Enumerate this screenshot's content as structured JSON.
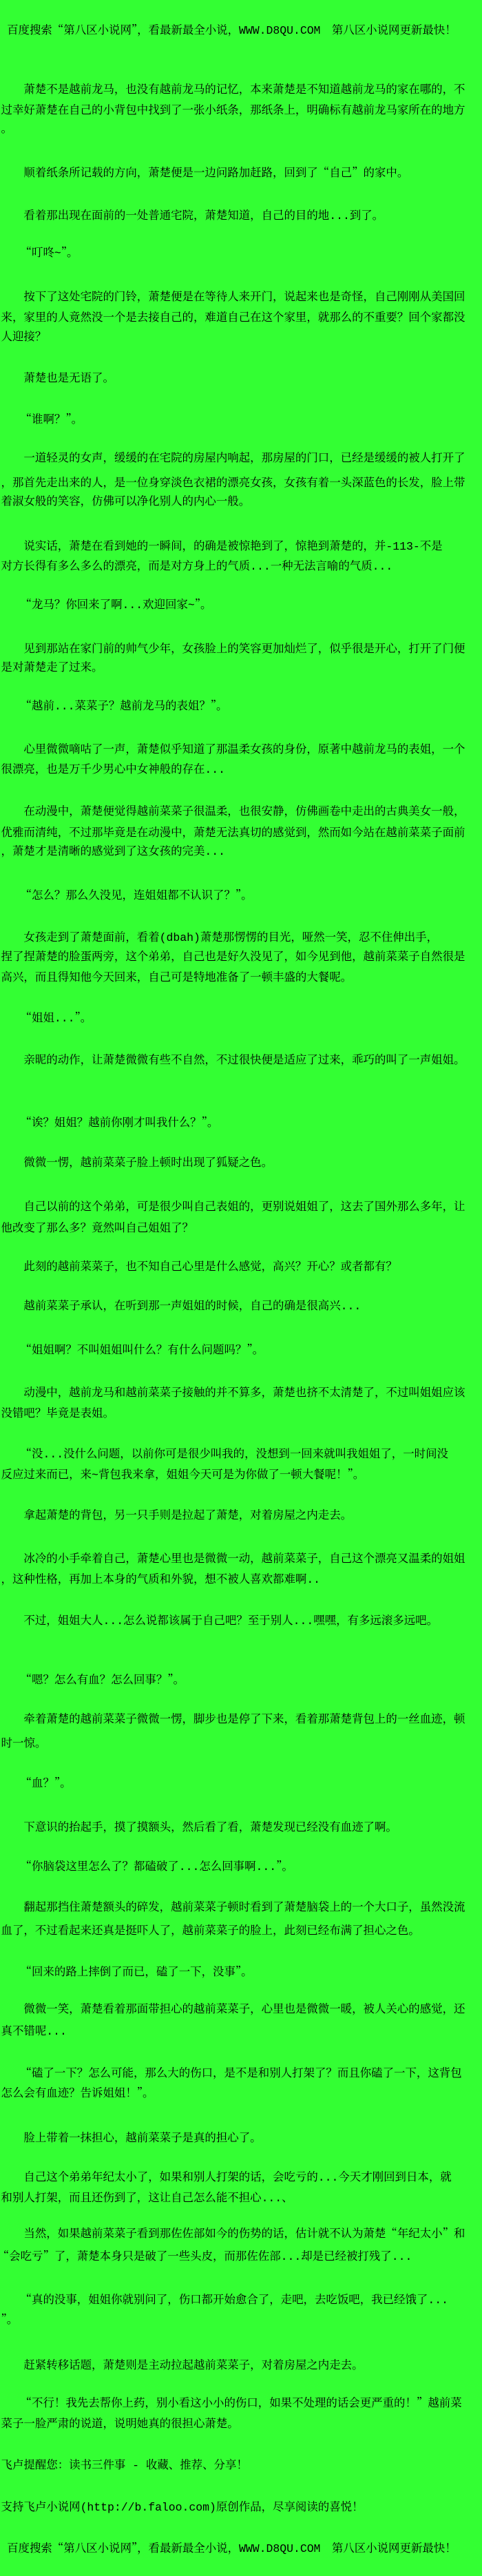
{
  "page": {
    "type": "web-novel-reader",
    "language": "zh-CN",
    "background_color": "#33FF33",
    "text_color": "#000000"
  },
  "banner_top": {
    "text": "百度搜索“第八区小说网”，看最新最全小说，WWW.D8QU.COM　第八区小说网更新最快！"
  },
  "body": {
    "paragraphs": [
      {
        "lines": [
          "萧楚不是越前龙马，也没有越前龙马的记忆，本来萧楚是不知道越前龙马的家在哪的，不",
          "过幸好萧楚在自己的小背包中找到了一张小纸条，那纸条上，明确标有越前龙马家所在的地方",
          "。"
        ]
      },
      {
        "lines": [
          "顺着纸条所记载的方向，萧楚便是一边问路加赶路，回到了“自己”的家中。"
        ]
      },
      {
        "lines": [
          "看着那出现在面前的一处普通宅院，萧楚知道，自己的目的地...到了。"
        ]
      },
      {
        "lines": [
          "“叮咚~”。"
        ]
      },
      {
        "lines": [
          "按下了这处宅院的门铃，萧楚便是在等待人来开门，说起来也是奇怪，自己刚刚从美国回",
          "来，家里的人竟然没一个是去接自己的，难道自己在这个家里，就那么的不重要？回个家都没",
          "人迎接？"
        ]
      },
      {
        "lines": [
          "萧楚也是无语了。"
        ]
      },
      {
        "lines": [
          "“谁啊？”。"
        ]
      },
      {
        "lines": [
          "一道轻灵的女声，缓缓的在宅院的房屋内响起，那房屋的门口，已经是缓缓的被人打开了",
          "，那首先走出来的人，是一位身穿淡色衣裙的漂亮女孩，女孩有着一头深蓝色的长发，脸上带",
          "着淑女般的笑容，仿佛可以净化别人的内心一般。"
        ]
      },
      {
        "lines": [
          "说实话，萧楚在看到她的一瞬间，的确是被惊艳到了，惊艳到萧楚的，并-113-不是",
          "对方长得有多么多么的漂亮，而是对方身上的气质...一种无法言喻的气质..."
        ]
      },
      {
        "lines": [
          "“龙马？你回来了啊...欢迎回家~”。"
        ]
      },
      {
        "lines": [
          "见到那站在家门前的帅气少年，女孩脸上的笑容更加灿烂了，似乎很是开心，打开了门便",
          "是对萧楚走了过来。"
        ]
      },
      {
        "lines": [
          "“越前...菜菜子？越前龙马的表姐？”。"
        ]
      },
      {
        "lines": [
          "心里微微嘀咕了一声，萧楚似乎知道了那温柔女孩的身份，原著中越前龙马的表姐，一个",
          "很漂亮，也是万千少男心中女神般的存在..."
        ]
      },
      {
        "lines": [
          "在动漫中，萧楚便觉得越前菜菜子很温柔，也很安静，仿佛画卷中走出的古典美女一般，",
          "优雅而清纯，不过那毕竟是在动漫中，萧楚无法真切的感觉到，然而如今站在越前菜菜子面前",
          "，萧楚才是清晰的感觉到了这女孩的完美..."
        ]
      },
      {
        "lines": [
          "“怎么？那么久没见，连姐姐都不认识了？”。"
        ]
      },
      {
        "lines": [
          "女孩走到了萧楚面前，看着(dbah)萧楚那愣愣的目光，哑然一笑，忍不住伸出手，",
          "捏了捏萧楚的脸蛋两旁，这个弟弟，自己也是好久没见了，如今见到他，越前菜菜子自然很是",
          "高兴，而且得知他今天回来，自己可是特地准备了一顿丰盛的大餐呢。"
        ]
      },
      {
        "lines": [
          "“姐姐...”。"
        ]
      },
      {
        "lines": [
          "亲昵的动作，让萧楚微微有些不自然，不过很快便是适应了过来，乖巧的叫了一声姐姐。"
        ]
      },
      {
        "lines": [
          "“诶？姐姐？越前你刚才叫我什么？”。"
        ]
      },
      {
        "lines": [
          "微微一愣，越前菜菜子脸上顿时出现了狐疑之色。"
        ]
      },
      {
        "lines": [
          "自己以前的这个弟弟，可是很少叫自己表姐的，更别说姐姐了，这去了国外那么多年，让",
          "他改变了那么多？竟然叫自己姐姐了？"
        ]
      },
      {
        "lines": [
          "此刻的越前菜菜子，也不知自己心里是什么感觉，高兴？开心？或者都有？"
        ]
      },
      {
        "lines": [
          "越前菜菜子承认，在听到那一声姐姐的时候，自己的确是很高兴..."
        ]
      },
      {
        "lines": [
          "“姐姐啊？不叫姐姐叫什么？有什么问题吗？”。"
        ]
      },
      {
        "lines": [
          "动漫中，越前龙马和越前菜菜子接触的并不算多，萧楚也挤不太清楚了，不过叫姐姐应该",
          "没错吧？毕竟是表姐。"
        ]
      },
      {
        "lines": [
          "“没...没什么问题，以前你可是很少叫我的，没想到一回来就叫我姐姐了，一时间没",
          "反应过来而已，来~背包我来拿，姐姐今天可是为你做了一顿大餐呢！”。"
        ]
      },
      {
        "lines": [
          "拿起萧楚的背包，另一只手则是拉起了萧楚，对着房屋之内走去。"
        ]
      },
      {
        "lines": [
          "冰冷的小手牵着自己，萧楚心里也是微微一动，越前菜菜子，自己这个漂亮又温柔的姐姐",
          "，这种性格，再加上本身的气质和外貌，想不被人喜欢都难啊.."
        ]
      },
      {
        "lines": [
          "不过，姐姐大人...怎么说都该属于自己吧？至于别人...嘿嘿，有多远滚多远吧。"
        ]
      },
      {
        "lines": [
          "“嗯？怎么有血？怎么回事？”。"
        ]
      },
      {
        "lines": [
          "牵着萧楚的越前菜菜子微微一愣，脚步也是停了下来，看着那萧楚背包上的一丝血迹，顿",
          "时一惊。"
        ]
      },
      {
        "lines": [
          "“血？”。"
        ]
      },
      {
        "lines": [
          "下意识的抬起手，摸了摸额头，然后看了看，萧楚发现已经没有血迹了啊。"
        ]
      },
      {
        "lines": [
          "“你脑袋这里怎么了？都磕破了...怎么回事啊...”。"
        ]
      },
      {
        "lines": [
          "翻起那挡住萧楚额头的碎发，越前菜菜子顿时看到了萧楚脑袋上的一个大口子，虽然没流",
          "血了，不过看起来还真是挺吓人了，越前菜菜子的脸上，此刻已经布满了担心之色。"
        ]
      },
      {
        "lines": [
          "“回来的路上摔倒了而已，磕了一下，没事”。"
        ]
      },
      {
        "lines": [
          "微微一笑，萧楚看着那面带担心的越前菜菜子，心里也是微微一暖，被人关心的感觉，还",
          "真不错呢..."
        ]
      },
      {
        "lines": [
          "“磕了一下？怎么可能，那么大的伤口，是不是和别人打架了？而且你磕了一下，这背包",
          "怎么会有血迹？告诉姐姐！”。"
        ]
      },
      {
        "lines": [
          "脸上带着一抹担心，越前菜菜子是真的担心了。"
        ]
      },
      {
        "lines": [
          "自己这个弟弟年纪太小了，如果和别人打架的话，会吃亏的...今天才刚回到日本，就",
          "和别人打架，而且还伤到了，这让自己怎么能不担心...、"
        ]
      },
      {
        "lines": [
          "当然，如果越前菜菜子看到那佐佐部如今的伤势的话，估计就不认为萧楚“年纪太小”和",
          "“会吃亏”了，萧楚本身只是破了一些头皮，而那佐佐部...却是已经被打残了..."
        ]
      },
      {
        "lines": [
          "“真的没事，姐姐你就别问了，伤口都开始愈合了，走吧，去吃饭吧，我已经饿了...",
          "”。"
        ]
      },
      {
        "lines": [
          "赶紧转移话题，萧楚则是主动拉起越前菜菜子，对着房屋之内走去。"
        ]
      },
      {
        "lines": [
          "“不行！我先去帮你上药，别小看这小小的伤口，如果不处理的话会更严重的！”越前菜",
          "菜子一脸严肃的说道，说明她真的很担心萧楚。"
        ]
      }
    ]
  },
  "footers": {
    "reminder": {
      "text": "飞卢提醒您：读书三件事 - 收藏、推荐、分享！"
    },
    "support": {
      "text": "支持飞卢小说网(http://b.faloo.com)原创作品，尽享阅读的喜悦！"
    },
    "banner_bottom": {
      "text": "百度搜索“第八区小说网”，看最新最全小说，WWW.D8QU.COM　第八区小说网更新最快！"
    }
  }
}
